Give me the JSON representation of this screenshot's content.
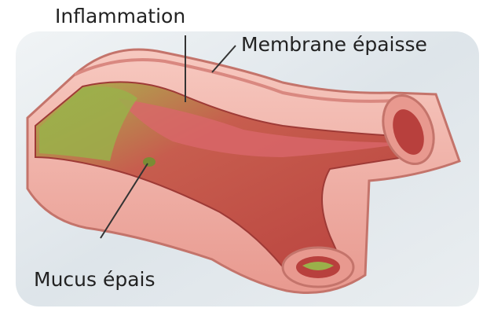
{
  "labels": {
    "inflammation": "Inflammation",
    "membrane": "Membrane épaisse",
    "mucus": "Mucus épais"
  },
  "colors": {
    "background": "#dfe6ea",
    "outer_wall": "#f2b5ac",
    "wall_edge": "#c4746b",
    "lumen": "#bf4a44",
    "inflammation": "#d9676a",
    "mucus": "#9ab04a",
    "leader_line": "#333333"
  }
}
